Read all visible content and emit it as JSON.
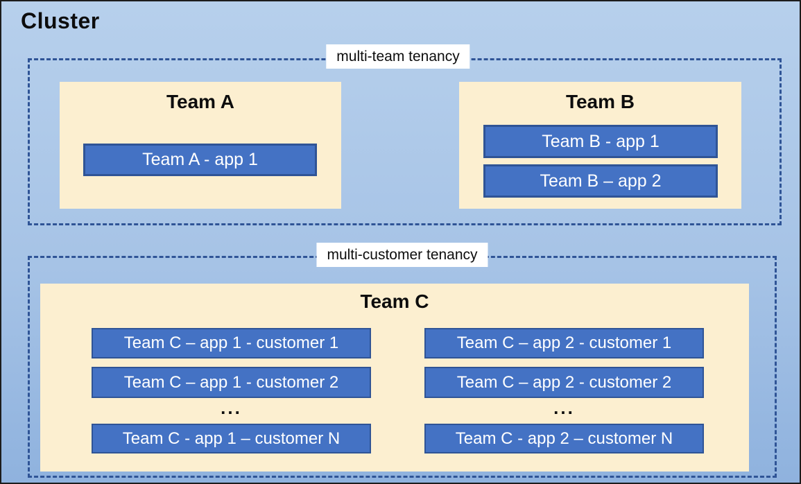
{
  "cluster_title": "Cluster",
  "groups": {
    "multi_team": {
      "label": "multi-team tenancy",
      "team_a": {
        "title": "Team A",
        "apps": [
          "Team A - app 1"
        ]
      },
      "team_b": {
        "title": "Team B",
        "apps": [
          "Team B - app 1",
          "Team B – app 2"
        ]
      }
    },
    "multi_customer": {
      "label": "multi-customer tenancy",
      "team_c": {
        "title": "Team C",
        "columns": [
          {
            "apps": [
              "Team C – app 1 - customer 1",
              "Team C – app 1 - customer 2",
              "Team C - app 1 – customer N"
            ],
            "ellipsis": "..."
          },
          {
            "apps": [
              "Team C – app 2 - customer 1",
              "Team C – app 2 - customer 2",
              "Team C - app 2 – customer N"
            ],
            "ellipsis": "..."
          }
        ]
      }
    }
  },
  "colors": {
    "background_top": "#b7d0ec",
    "background_bottom": "#8fb2de",
    "panel_fill": "#fcefd0",
    "app_fill": "#4472c4",
    "app_border": "#2f5496",
    "dash_border": "#2f5496",
    "label_background": "#ffffff",
    "text_dark": "#0d0d0d",
    "text_light": "#ffffff"
  }
}
